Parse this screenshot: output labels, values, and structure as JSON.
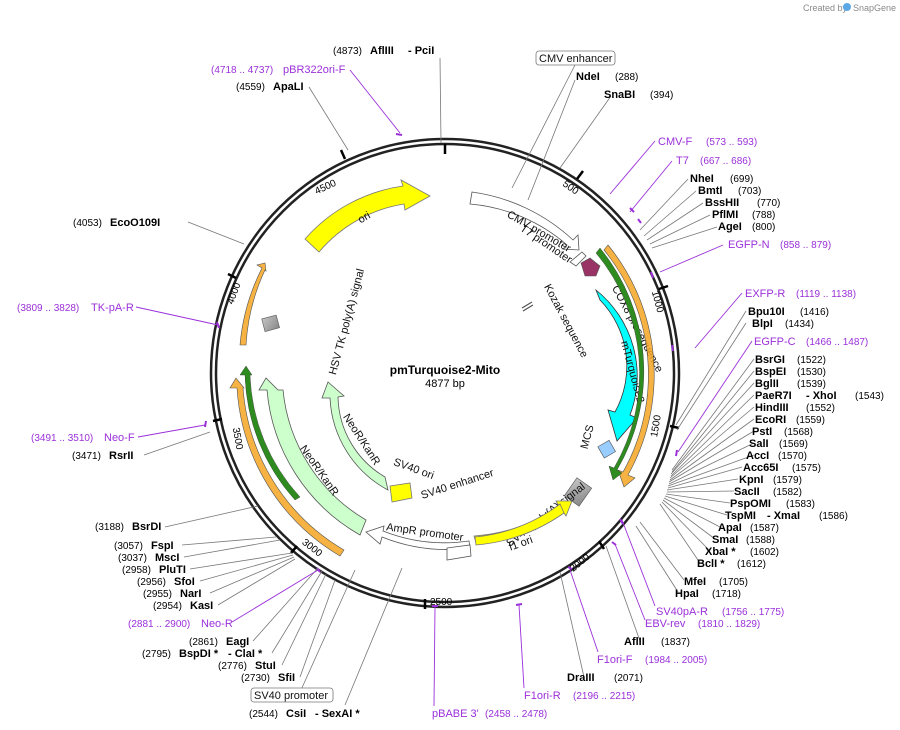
{
  "credit": {
    "prefix": "Created by",
    "brand": "SnapGene"
  },
  "plasmid": {
    "name": "pmTurquoise2-Mito",
    "length": 4877,
    "length_label": "4877 bp"
  },
  "ticks": [
    "500",
    "1000",
    "1500",
    "2000",
    "2500",
    "3000",
    "3500",
    "4000",
    "4500"
  ],
  "boxed_labels": [
    "CMV enhancer",
    "SV40 promoter"
  ],
  "enzymes": [
    {
      "name": "AflIII",
      "extra": "- PciI",
      "pos": "(4873)"
    },
    {
      "name": "NdeI",
      "pos": "(288)"
    },
    {
      "name": "SnaBI",
      "pos": "(394)"
    },
    {
      "name": "ApaLI",
      "pos": "(4559)"
    },
    {
      "name": "NheI",
      "pos": "(699)"
    },
    {
      "name": "BmtI",
      "pos": "(703)"
    },
    {
      "name": "BssHII",
      "pos": "(770)"
    },
    {
      "name": "PflMI",
      "pos": "(788)"
    },
    {
      "name": "AgeI",
      "pos": "(800)"
    },
    {
      "name": "EcoO109I",
      "pos": "(4053)"
    },
    {
      "name": "Bpu10I",
      "pos": "(1416)"
    },
    {
      "name": "BlpI",
      "pos": "(1434)"
    },
    {
      "name": "BsrGI",
      "pos": "(1522)"
    },
    {
      "name": "BspEI",
      "pos": "(1530)"
    },
    {
      "name": "BglII",
      "pos": "(1539)"
    },
    {
      "name": "PaeR7I",
      "extra": "- XhoI",
      "pos": "(1543)"
    },
    {
      "name": "HindIII",
      "pos": "(1552)"
    },
    {
      "name": "EcoRI",
      "pos": "(1559)"
    },
    {
      "name": "PstI",
      "pos": "(1568)"
    },
    {
      "name": "SalI",
      "pos": "(1569)"
    },
    {
      "name": "AccI",
      "pos": "(1570)"
    },
    {
      "name": "Acc65I",
      "pos": "(1575)"
    },
    {
      "name": "KpnI",
      "pos": "(1579)"
    },
    {
      "name": "SacII",
      "pos": "(1582)"
    },
    {
      "name": "PspOMI",
      "pos": "(1583)"
    },
    {
      "name": "TspMI",
      "extra": "- XmaI",
      "pos": "(1586)"
    },
    {
      "name": "ApaI",
      "pos": "(1587)"
    },
    {
      "name": "SmaI",
      "pos": "(1588)"
    },
    {
      "name": "XbaI *",
      "pos": "(1602)"
    },
    {
      "name": "BclI *",
      "pos": "(1612)"
    },
    {
      "name": "MfeI",
      "pos": "(1705)"
    },
    {
      "name": "HpaI",
      "pos": "(1718)"
    },
    {
      "name": "AflII",
      "pos": "(1837)"
    },
    {
      "name": "DraIII",
      "pos": "(2071)"
    },
    {
      "name": "RsrII",
      "pos": "(3471)"
    },
    {
      "name": "BsrDI",
      "pos": "(3188)"
    },
    {
      "name": "FspI",
      "pos": "(3057)"
    },
    {
      "name": "MscI",
      "pos": "(3037)"
    },
    {
      "name": "PluTI",
      "pos": "(2958)"
    },
    {
      "name": "SfoI",
      "pos": "(2956)"
    },
    {
      "name": "NarI",
      "pos": "(2955)"
    },
    {
      "name": "KasI",
      "pos": "(2954)"
    },
    {
      "name": "EagI",
      "pos": "(2861)"
    },
    {
      "name": "BspDI *",
      "extra": "- ClaI *",
      "pos": "(2795)"
    },
    {
      "name": "StuI",
      "pos": "(2776)"
    },
    {
      "name": "SfiI",
      "pos": "(2730)"
    },
    {
      "name": "CsiI",
      "extra": "- SexAI *",
      "pos": "(2544)"
    }
  ],
  "primers": [
    {
      "name": "pBR322ori-F",
      "range": "(4718 .. 4737)"
    },
    {
      "name": "CMV-F",
      "range": "(573 .. 593)"
    },
    {
      "name": "T7",
      "range": "(667 .. 686)"
    },
    {
      "name": "EGFP-N",
      "range": "(858 .. 879)"
    },
    {
      "name": "EXFP-R",
      "range": "(1119 .. 1138)"
    },
    {
      "name": "EGFP-C",
      "range": "(1466 .. 1487)"
    },
    {
      "name": "TK-pA-R",
      "range": "(3809 .. 3828)"
    },
    {
      "name": "Neo-F",
      "range": "(3491 .. 3510)"
    },
    {
      "name": "SV40pA-R",
      "range": "(1756 .. 1775)"
    },
    {
      "name": "EBV-rev",
      "range": "(1810 .. 1829)"
    },
    {
      "name": "F1ori-F",
      "range": "(1984 .. 2005)"
    },
    {
      "name": "F1ori-R",
      "range": "(2196 .. 2215)"
    },
    {
      "name": "pBABE 3'",
      "range": "(2458 .. 2478)"
    },
    {
      "name": "Neo-R",
      "range": "(2881 .. 2900)"
    }
  ],
  "features": [
    {
      "name": "ori",
      "color": "#ffff00"
    },
    {
      "name": "CMV promoter",
      "color": "#ffffff"
    },
    {
      "name": "T7 promoter",
      "color": "#ffffff"
    },
    {
      "name": "Kozak sequence",
      "color": "#ffffff"
    },
    {
      "name": "COX8 presequence",
      "color": "#993366"
    },
    {
      "name": "mTurquoise2",
      "color": "#00ffff"
    },
    {
      "name": "MCS",
      "color": "#99ccff"
    },
    {
      "name": "SV40 poly(A) signal",
      "color": "#999999"
    },
    {
      "name": "f1 ori",
      "color": "#ffff00"
    },
    {
      "name": "AmpR promoter",
      "color": "#ffffff"
    },
    {
      "name": "SV40 ori",
      "color": "#ffff00"
    },
    {
      "name": "SV40 enhancer",
      "color": "#ffffff"
    },
    {
      "name": "NeoR/KanR",
      "color": "#ccffcc"
    },
    {
      "name": "HSV TK poly(A) signal",
      "color": "#999999"
    }
  ],
  "colors": {
    "primer": "#9b30d9",
    "orf_orange": "#f5a623",
    "orf_green": "#2e8b1f",
    "backbone": "#222222"
  }
}
